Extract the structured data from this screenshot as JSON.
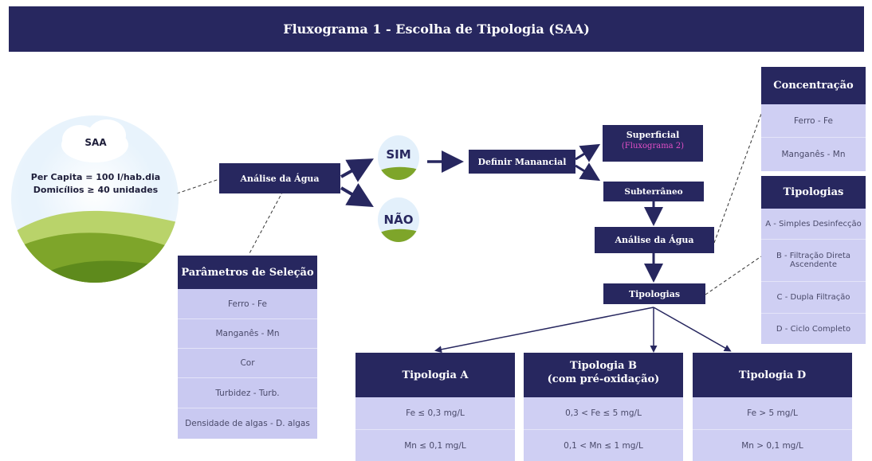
{
  "header": {
    "title": "Fluxograma 1 - Escolha de Tipologia (SAA)"
  },
  "saa": {
    "title": "SAA",
    "line1": "Per Capita = 100 l/hab.dia",
    "line2": "Domicílios ≥ 40 unidades"
  },
  "analise1": "Análise da Água",
  "sim": "SIM",
  "nao": "NÃO",
  "definir": "Definir Manancial",
  "superficial": {
    "label": "Superficial",
    "sub": "(Fluxograma 2)"
  },
  "subterraneo": "Subterrâneo",
  "analise2": "Análise da Água",
  "tipologias_node": "Tipologias",
  "parametros": {
    "title": "Parâmetros de Seleção",
    "items": [
      "Ferro - Fe",
      "Manganês - Mn",
      "Cor",
      "Turbidez - Turb.",
      "Densidade de algas - D. algas"
    ]
  },
  "concentracao": {
    "title": "Concentração",
    "items": [
      "Ferro - Fe",
      "Manganês - Mn"
    ]
  },
  "tipologias_box": {
    "title": "Tipologias",
    "items": [
      "A - Simples Desinfecção",
      "B - Filtração Direta Ascendente",
      "C - Dupla Filtração",
      "D - Ciclo Completo"
    ]
  },
  "tipo_a": {
    "title": "Tipologia A",
    "rows": [
      "Fe ≤ 0,3 mg/L",
      "Mn ≤ 0,1 mg/L"
    ]
  },
  "tipo_b": {
    "title_line1": "Tipologia B",
    "title_line2": "(com pré-oxidação)",
    "rows": [
      "0,3 < Fe ≤ 5 mg/L",
      "0,1 < Mn ≤ 1 mg/L"
    ]
  },
  "tipo_d": {
    "title": "Tipologia D",
    "rows": [
      "Fe > 5 mg/L",
      "Mn > 0,1 mg/L"
    ]
  },
  "colors": {
    "navy": "#27275f",
    "lavender": "#c9c9f1",
    "green": "#7ea52a",
    "pink": "#e34fc7",
    "sky": "#e3f0fb"
  }
}
